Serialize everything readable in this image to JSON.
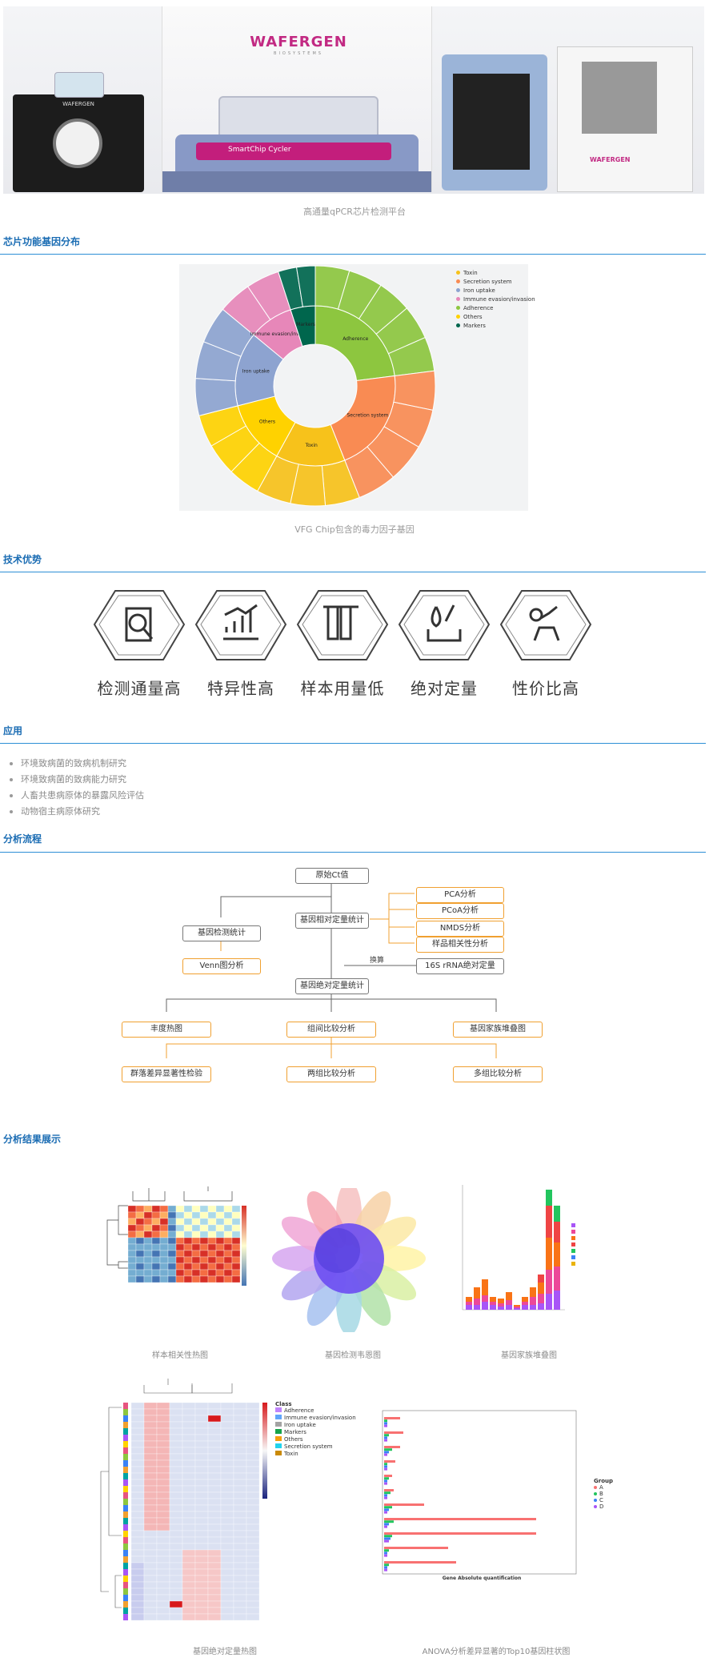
{
  "hero": {
    "caption": "高通量qPCR芯片检测平台",
    "left_device_brand": "WAFERGEN",
    "main_brand": "WAFERGEN",
    "main_brand_sub": "BIOSYSTEMS",
    "main_panel_label": "SmartChip Cycler",
    "right_device_brand": "WAFERGEN"
  },
  "section_gene": {
    "title": "芯片功能基因分布",
    "caption": "VFG Chip包含的毒力因子基因",
    "legend": [
      "Toxin",
      "Secretion system",
      "Iron uptake",
      "Immune evasion/invasion",
      "Adherence",
      "Others",
      "Markers"
    ]
  },
  "chart_data": {
    "type": "pie",
    "title": "",
    "categories": [
      "Adherence",
      "Secretion system",
      "Toxin",
      "Others",
      "Iron uptake",
      "Immune evasion/invasion",
      "Markers"
    ],
    "values": [
      23,
      21,
      14,
      13,
      15,
      9,
      5
    ],
    "colors": [
      "#8dc63f",
      "#f98b53",
      "#f7c21b",
      "#ffd200",
      "#8da3d0",
      "#e787b9",
      "#00664d"
    ],
    "legend_position": "top-right"
  },
  "section_adv": {
    "title": "技术优势",
    "items": [
      "检测通量高",
      "特异性高",
      "样本用量低",
      "绝对定量",
      "性价比高"
    ]
  },
  "section_app": {
    "title": "应用",
    "items": [
      "环境致病菌的致病机制研究",
      "环境致病菌的致病能力研究",
      "人畜共患病原体的暴露风险评估",
      "动物宿主病原体研究"
    ]
  },
  "section_flow": {
    "title": "分析流程",
    "nodes": {
      "data": "原始Ct值",
      "rel": "基因相对定量统计",
      "pca": "PCA分析",
      "pcoa": "PCoA分析",
      "nmds": "NMDS分析",
      "corr": "样品相关性分析",
      "detect": "基因检测统计",
      "venn": "Venn图分析",
      "rrna": "16S rRNA绝对定量",
      "convert": "换算",
      "abs": "基因绝对定量统计",
      "heat": "丰度热图",
      "compare": "组间比较分析",
      "family": "基因家族堆叠图",
      "diff": "群落差异显著性检验",
      "two": "两组比较分析",
      "multi": "多组比较分析"
    }
  },
  "section_results": {
    "title": "分析结果展示",
    "captions": [
      "样本相关性热图",
      "基因检测韦恩图",
      "基因家族堆叠图",
      "基因绝对定量热图",
      "ANOVA分析差异显著的Top10基因柱状图"
    ],
    "heatmap2_legend_title": "Class",
    "heatmap2_legend": [
      "Adherence",
      "Immune evasion/invasion",
      "Iron uptake",
      "Markers",
      "Others",
      "Secretion system",
      "Toxin"
    ],
    "bar_chart_xlabel": "Gene Absolute quantification",
    "bar_chart_legend_title": "Group",
    "bar_chart_groups": [
      "A",
      "B",
      "C",
      "D"
    ]
  }
}
